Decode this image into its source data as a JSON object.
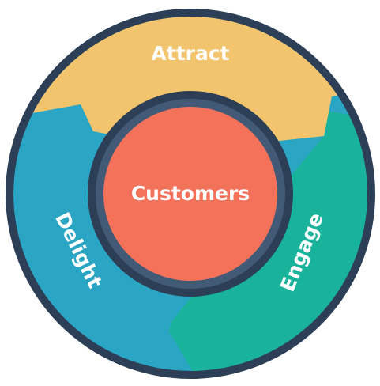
{
  "flywheel": {
    "center": {
      "label": "Customers",
      "color": "#f5725a"
    },
    "segments": [
      {
        "label": "Attract",
        "color": "#f2c46d"
      },
      {
        "label": "Engage",
        "color": "#18b39a"
      },
      {
        "label": "Delight",
        "color": "#2aa5c4"
      }
    ],
    "colors": {
      "outer_ring": "#2c3f57",
      "inner_ring": "#435a76"
    }
  }
}
